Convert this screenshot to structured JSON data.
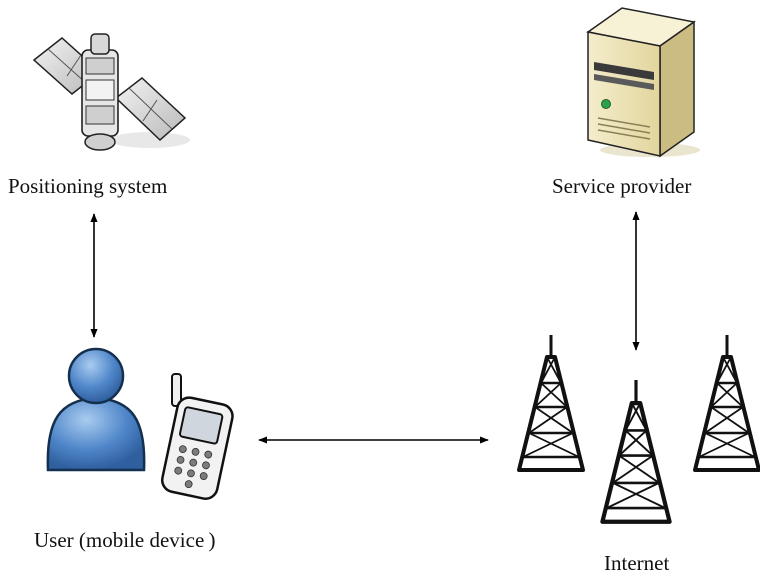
{
  "nodes": {
    "positioning": {
      "label": "Positioning system",
      "icon": "satellite-icon"
    },
    "service": {
      "label": "Service provider",
      "icon": "server-tower-icon"
    },
    "user": {
      "label": "User (mobile device )",
      "icons": [
        "user-person-icon",
        "mobile-phone-icon"
      ]
    },
    "internet": {
      "label": "Internet",
      "icon": "radio-tower-icon"
    }
  },
  "connections": [
    {
      "from": "positioning",
      "to": "user",
      "direction": "bidirectional"
    },
    {
      "from": "user",
      "to": "internet",
      "direction": "bidirectional"
    },
    {
      "from": "internet",
      "to": "service",
      "direction": "bidirectional"
    }
  ],
  "colors": {
    "person_blue": "#4f86c9",
    "server_beige": "#ece3b8",
    "arrow": "#000000",
    "tower": "#111111"
  }
}
